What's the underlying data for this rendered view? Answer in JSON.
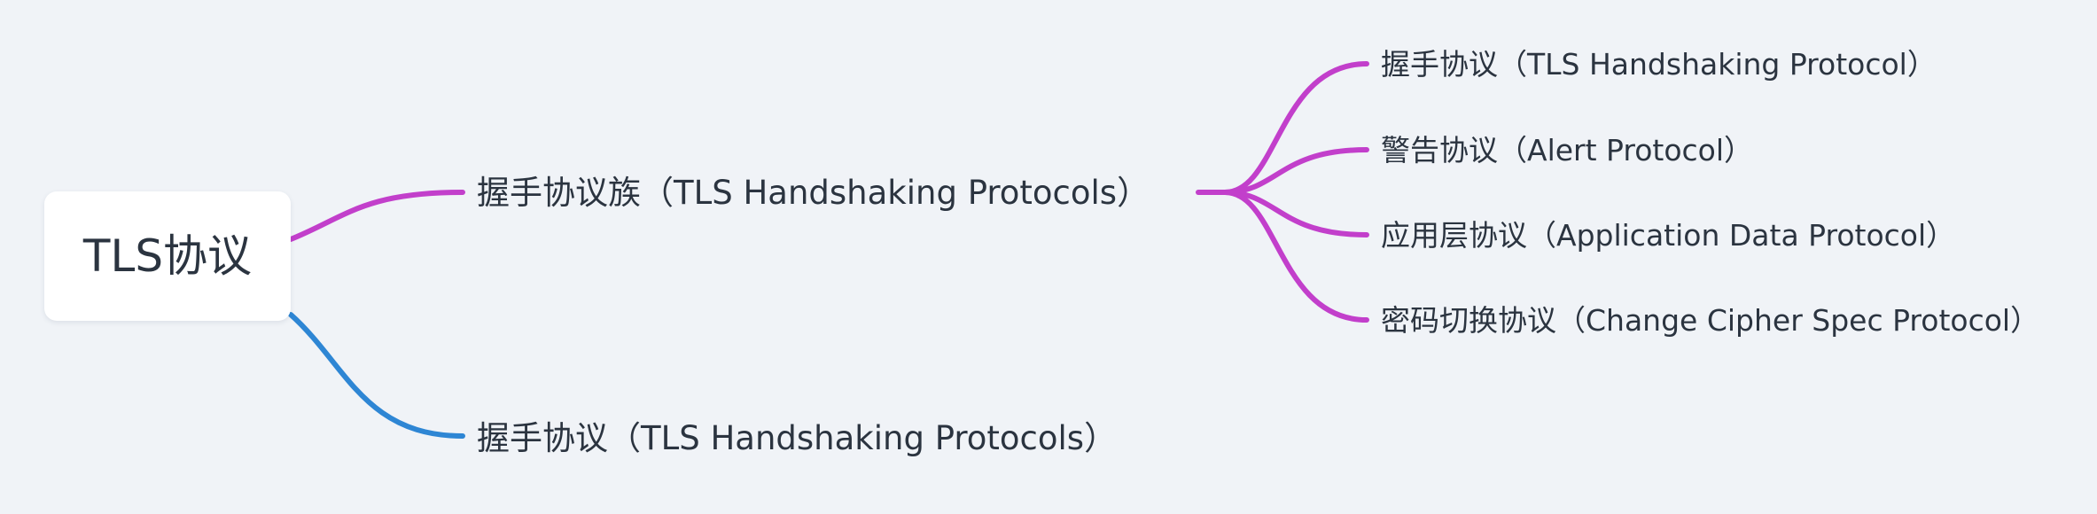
{
  "root": {
    "label": "TLS协议"
  },
  "branches": [
    {
      "label": "握手协议族（TLS Handshaking Protocols）",
      "color": "#c23fcb",
      "children": [
        {
          "label": "握手协议（TLS Handshaking Protocol）"
        },
        {
          "label": "警告协议（Alert Protocol）"
        },
        {
          "label": "应用层协议（Application Data Protocol）"
        },
        {
          "label": "密码切换协议（Change Cipher Spec Protocol）"
        }
      ]
    },
    {
      "label": "握手协议（TLS Handshaking Protocols）",
      "color": "#2e86d4",
      "children": []
    }
  ]
}
